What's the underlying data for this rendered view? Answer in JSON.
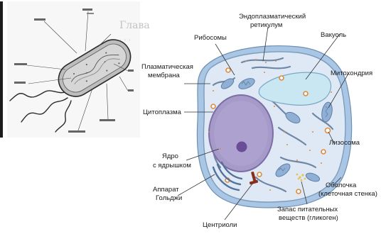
{
  "colors": {
    "cell_wall": "#a9c6e4",
    "membrane": "#7d9cbd",
    "cytoplasm": "#dfe9f6",
    "nucleus": "#a69ac8",
    "nucleolus": "#6a4d96",
    "vacuole": "#c9e7f3",
    "mitochondria": "#8fb0d4",
    "lysosome": "#ffffff",
    "er": "#6f87a5",
    "ribosome": "#e08a3a",
    "centriole": "#8a2d1d",
    "glycogen": "#e6c24a",
    "bacterium": "#c9c9c9"
  },
  "icons": {
    "bacterium": "rod-bacterium-drawing",
    "flagella": "wavy-flagella",
    "cell": "eukaryotic-cell-drawing"
  },
  "labels": {
    "er_line1": "Эндоплазматический",
    "er_line2": "ретикулум",
    "ribosomes": "Рибосомы",
    "vacuole": "Вакуоль",
    "membrane_line1": "Плазматическая",
    "membrane_line2": "мембрана",
    "mitochondria": "Митохондрия",
    "cytoplasm": "Цитоплазма",
    "lysosome": "Лизосома",
    "nucleus_line1": "Ядро",
    "nucleus_line2": "с ядрышком",
    "wall_line1": "Оболочка",
    "wall_line2": "(клеточная стенка)",
    "golgi_line1": "Аппарат",
    "golgi_line2": "Гольджи",
    "centrioles": "Центриоли",
    "reserve_line1": "Запас питательных",
    "reserve_line2": "веществ (гликоген)"
  }
}
